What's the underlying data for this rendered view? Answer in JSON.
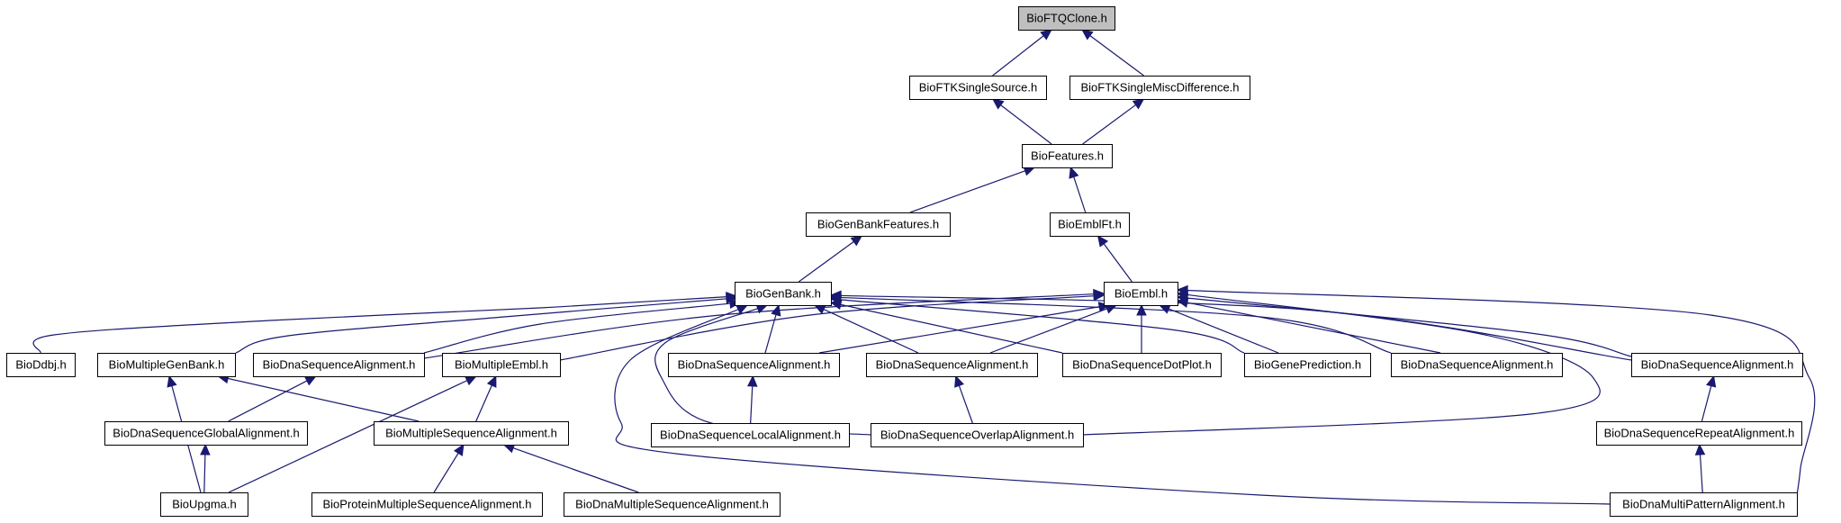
{
  "diagram": {
    "nodes": [
      {
        "id": "BioFTQClone",
        "label": "BioFTQClone.h",
        "root": true
      },
      {
        "id": "BioFTKSingleSource",
        "label": "BioFTKSingleSource.h"
      },
      {
        "id": "BioFTKSingleMiscDifference",
        "label": "BioFTKSingleMiscDifference.h"
      },
      {
        "id": "BioFeatures",
        "label": "BioFeatures.h"
      },
      {
        "id": "BioGenBankFeatures",
        "label": "BioGenBankFeatures.h"
      },
      {
        "id": "BioEmblFt",
        "label": "BioEmblFt.h"
      },
      {
        "id": "BioGenBank",
        "label": "BioGenBank.h"
      },
      {
        "id": "BioEmbl",
        "label": "BioEmbl.h"
      },
      {
        "id": "BioDdbj",
        "label": "BioDdbj.h"
      },
      {
        "id": "BioMultipleGenBank",
        "label": "BioMultipleGenBank.h"
      },
      {
        "id": "BioDnaSequenceAlignmentA",
        "label": "BioDnaSequenceAlignment.h"
      },
      {
        "id": "BioMultipleEmbl",
        "label": "BioMultipleEmbl.h"
      },
      {
        "id": "BioDnaSequenceAlignmentB",
        "label": "BioDnaSequenceAlignment.h"
      },
      {
        "id": "BioDnaSequenceAlignmentC",
        "label": "BioDnaSequenceAlignment.h"
      },
      {
        "id": "BioDnaSequenceDotPlot",
        "label": "BioDnaSequenceDotPlot.h"
      },
      {
        "id": "BioGenePrediction",
        "label": "BioGenePrediction.h"
      },
      {
        "id": "BioDnaSequenceAlignmentD",
        "label": "BioDnaSequenceAlignment.h"
      },
      {
        "id": "BioDnaSequenceAlignmentE",
        "label": "BioDnaSequenceAlignment.h"
      },
      {
        "id": "BioDnaSequenceGlobalAlignment",
        "label": "BioDnaSequenceGlobalAlignment.h"
      },
      {
        "id": "BioMultipleSequenceAlignment",
        "label": "BioMultipleSequenceAlignment.h"
      },
      {
        "id": "BioDnaSequenceLocalAlignment",
        "label": "BioDnaSequenceLocalAlignment.h"
      },
      {
        "id": "BioDnaSequenceOverlapAlignment",
        "label": "BioDnaSequenceOverlapAlignment.h"
      },
      {
        "id": "BioDnaSequenceRepeatAlignment",
        "label": "BioDnaSequenceRepeatAlignment.h"
      },
      {
        "id": "BioUpgma",
        "label": "BioUpgma.h"
      },
      {
        "id": "BioProteinMultipleSequenceAlignment",
        "label": "BioProteinMultipleSequenceAlignment.h"
      },
      {
        "id": "BioDnaMultipleSequenceAlignment",
        "label": "BioDnaMultipleSequenceAlignment.h"
      },
      {
        "id": "BioDnaMultiPatternAlignment",
        "label": "BioDnaMultiPatternAlignment.h"
      }
    ],
    "edges": [
      {
        "from": "BioFTKSingleSource",
        "to": "BioFTQClone"
      },
      {
        "from": "BioFTKSingleMiscDifference",
        "to": "BioFTQClone"
      },
      {
        "from": "BioFeatures",
        "to": "BioFTKSingleSource"
      },
      {
        "from": "BioFeatures",
        "to": "BioFTKSingleMiscDifference"
      },
      {
        "from": "BioGenBankFeatures",
        "to": "BioFeatures"
      },
      {
        "from": "BioEmblFt",
        "to": "BioFeatures"
      },
      {
        "from": "BioGenBank",
        "to": "BioGenBankFeatures"
      },
      {
        "from": "BioEmbl",
        "to": "BioEmblFt"
      },
      {
        "from": "BioDdbj",
        "to": "BioGenBank"
      },
      {
        "from": "BioMultipleGenBank",
        "to": "BioGenBank"
      },
      {
        "from": "BioDnaSequenceAlignmentA",
        "to": "BioGenBank"
      },
      {
        "from": "BioDnaSequenceAlignmentB",
        "to": "BioGenBank"
      },
      {
        "from": "BioDnaSequenceAlignmentC",
        "to": "BioGenBank"
      },
      {
        "from": "BioDnaSequenceDotPlot",
        "to": "BioGenBank"
      },
      {
        "from": "BioGenePrediction",
        "to": "BioGenBank"
      },
      {
        "from": "BioDnaSequenceAlignmentD",
        "to": "BioGenBank"
      },
      {
        "from": "BioDnaSequenceAlignmentE",
        "to": "BioGenBank"
      },
      {
        "from": "BioDnaSequenceOverlapAlignment",
        "to": "BioGenBank"
      },
      {
        "from": "BioDnaMultiPatternAlignment",
        "to": "BioGenBank"
      },
      {
        "from": "BioMultipleEmbl",
        "to": "BioEmbl"
      },
      {
        "from": "BioDnaSequenceAlignmentA",
        "to": "BioEmbl"
      },
      {
        "from": "BioDnaSequenceAlignmentB",
        "to": "BioEmbl"
      },
      {
        "from": "BioDnaSequenceAlignmentC",
        "to": "BioEmbl"
      },
      {
        "from": "BioDnaSequenceDotPlot",
        "to": "BioEmbl"
      },
      {
        "from": "BioGenePrediction",
        "to": "BioEmbl"
      },
      {
        "from": "BioDnaSequenceAlignmentD",
        "to": "BioEmbl"
      },
      {
        "from": "BioDnaSequenceAlignmentE",
        "to": "BioEmbl"
      },
      {
        "from": "BioDnaSequenceOverlapAlignment",
        "to": "BioEmbl"
      },
      {
        "from": "BioDnaMultiPatternAlignment",
        "to": "BioEmbl"
      },
      {
        "from": "BioDnaSequenceGlobalAlignment",
        "to": "BioDnaSequenceAlignmentA"
      },
      {
        "from": "BioUpgma",
        "to": "BioMultipleGenBank"
      },
      {
        "from": "BioMultipleSequenceAlignment",
        "to": "BioMultipleGenBank"
      },
      {
        "from": "BioUpgma",
        "to": "BioMultipleEmbl"
      },
      {
        "from": "BioMultipleSequenceAlignment",
        "to": "BioMultipleEmbl"
      },
      {
        "from": "BioDnaSequenceLocalAlignment",
        "to": "BioDnaSequenceAlignmentB"
      },
      {
        "from": "BioDnaSequenceOverlapAlignment",
        "to": "BioDnaSequenceAlignmentC"
      },
      {
        "from": "BioDnaSequenceRepeatAlignment",
        "to": "BioDnaSequenceAlignmentE"
      },
      {
        "from": "BioUpgma",
        "to": "BioDnaSequenceGlobalAlignment"
      },
      {
        "from": "BioProteinMultipleSequenceAlignment",
        "to": "BioMultipleSequenceAlignment"
      },
      {
        "from": "BioDnaMultipleSequenceAlignment",
        "to": "BioMultipleSequenceAlignment"
      },
      {
        "from": "BioDnaMultiPatternAlignment",
        "to": "BioDnaSequenceRepeatAlignment"
      }
    ],
    "colors": {
      "edge": "#191970",
      "root_fill": "#bfbfbf",
      "node_fill": "#ffffff",
      "border": "#000000",
      "text": "#000000"
    }
  }
}
